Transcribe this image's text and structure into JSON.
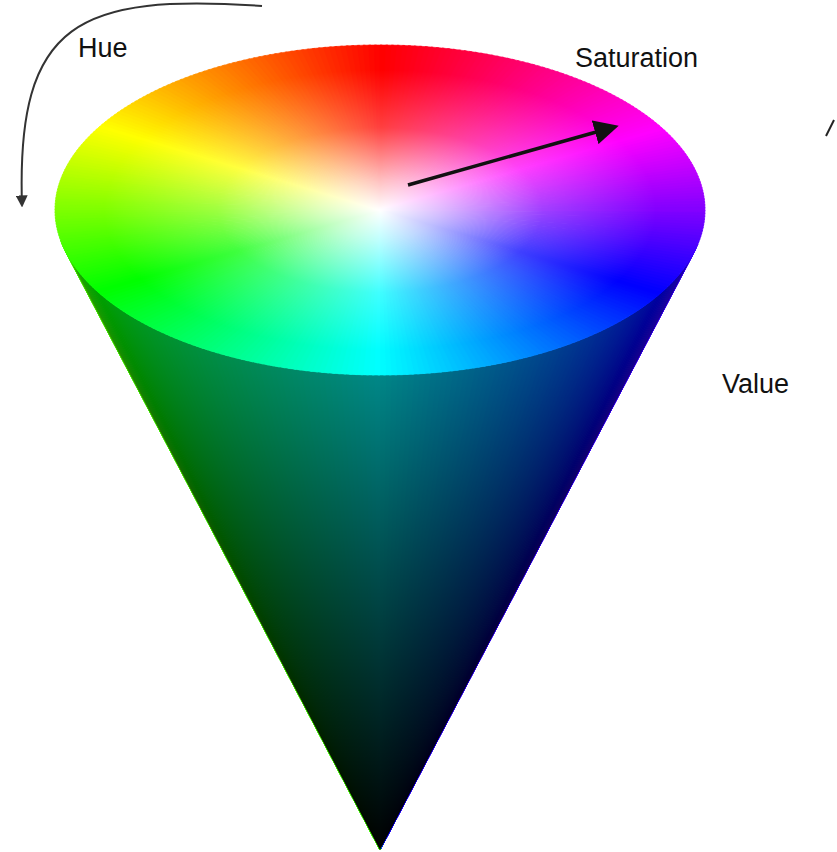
{
  "diagram": {
    "labels": [
      "Hue",
      "Saturation",
      "Value"
    ]
  }
}
